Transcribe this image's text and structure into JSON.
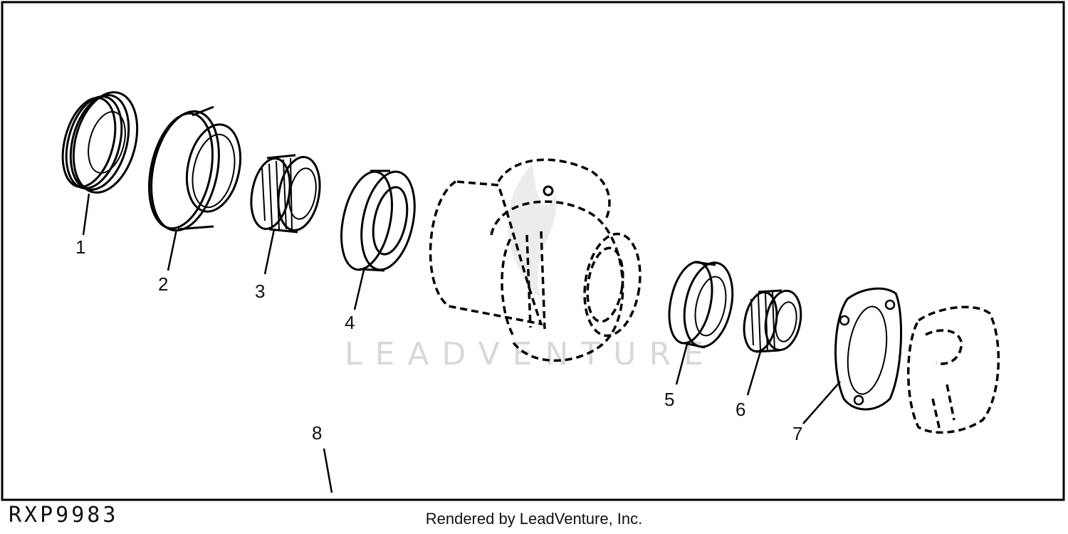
{
  "figure_id": "RXP9983",
  "credit": "Rendered by LeadVenture, Inc.",
  "watermark": "LEADVENTURE",
  "callouts": [
    "1",
    "2",
    "3",
    "4",
    "5",
    "6",
    "7",
    "8"
  ]
}
